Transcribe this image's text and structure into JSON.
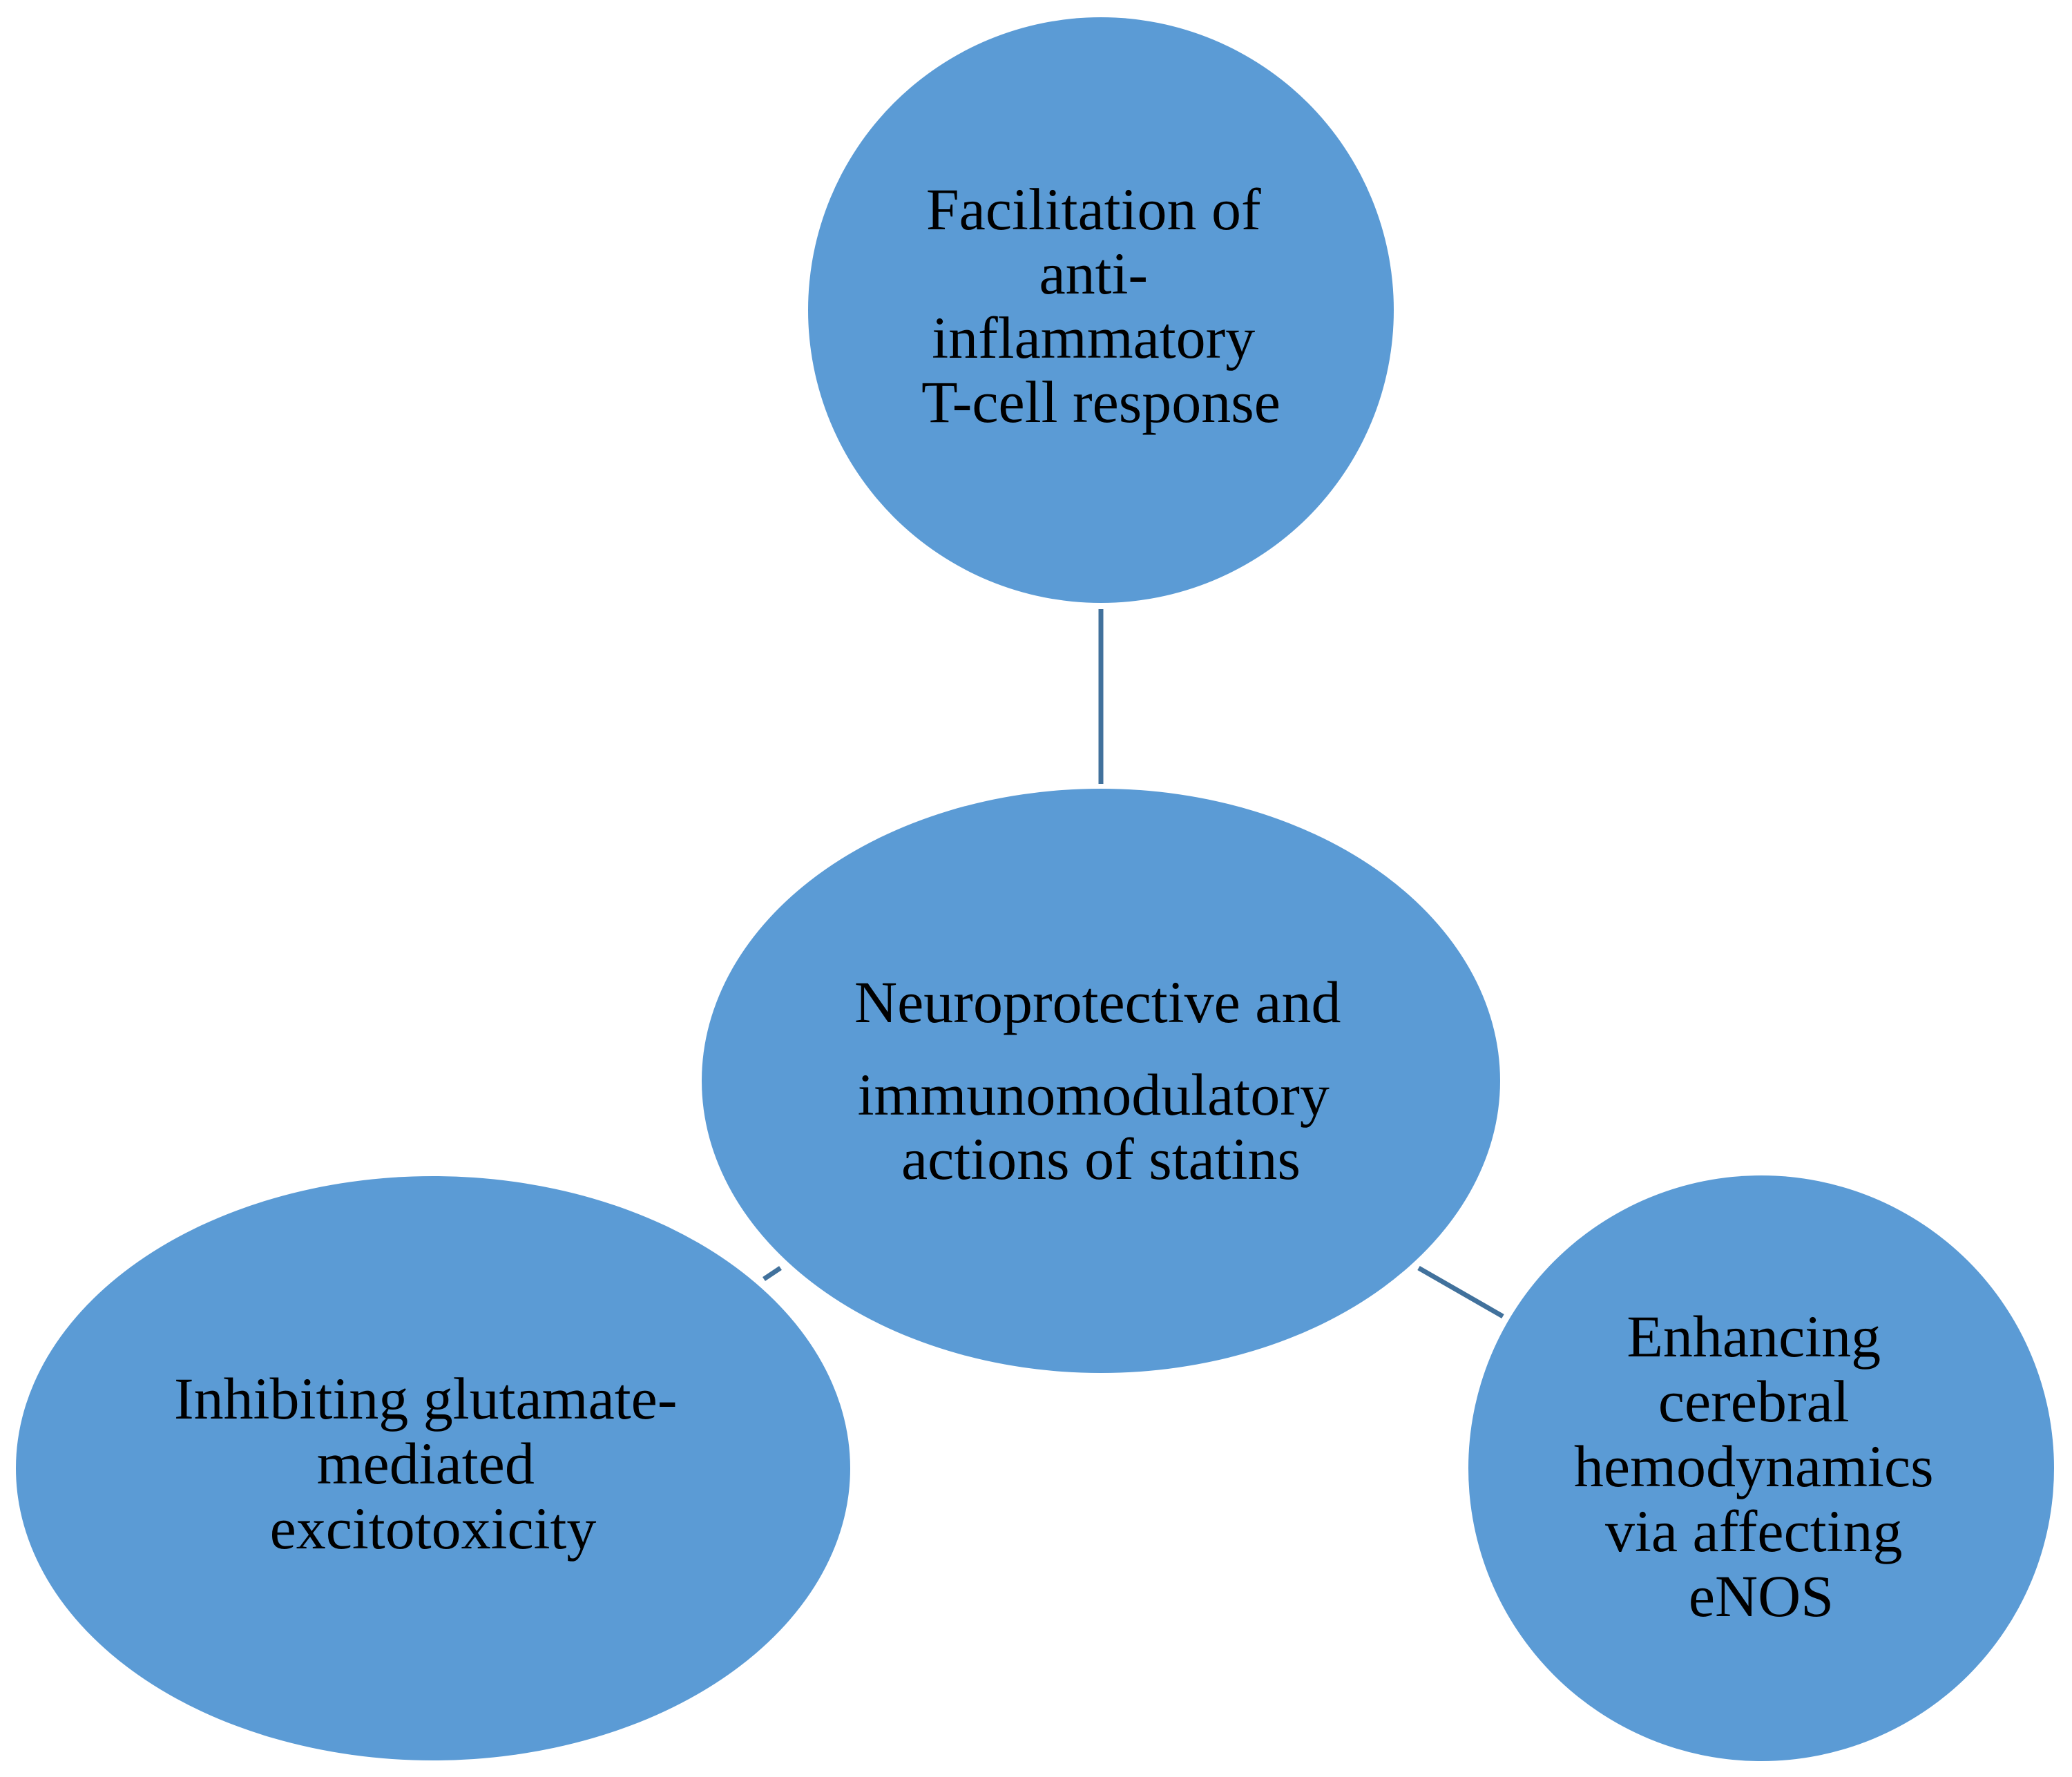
{
  "colors": {
    "node_fill": "#5b9bd5",
    "connector": "#41719c",
    "text": "#000000",
    "background": "#ffffff"
  },
  "nodes": {
    "center": {
      "lines": [
        "Neuroprotective and",
        "immunomodulatory",
        "actions of statins"
      ]
    },
    "top": {
      "lines": [
        "Facilitation of",
        "anti-",
        "inflammatory",
        "T-cell response"
      ]
    },
    "left": {
      "lines": [
        "Inhibiting glutamate-",
        "mediated",
        "excitotoxicity"
      ]
    },
    "right": {
      "lines": [
        "Enhancing",
        "cerebral",
        "hemodynamics",
        "via affecting",
        "eNOS"
      ]
    }
  }
}
